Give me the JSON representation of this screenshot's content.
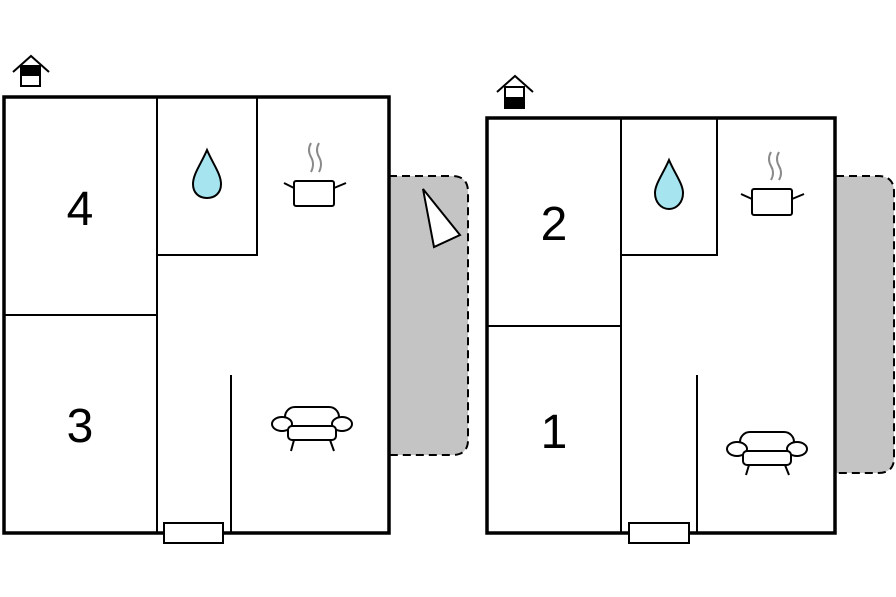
{
  "floors": [
    {
      "rooms": [
        {
          "number": "4"
        },
        {
          "number": "3"
        }
      ]
    },
    {
      "rooms": [
        {
          "number": "2"
        },
        {
          "number": "1"
        }
      ]
    }
  ],
  "icons": {
    "floor_marker": "house-floor-icon",
    "bathroom": "water-drop-icon",
    "kitchen": "cooking-pot-icon",
    "living": "sofa-icon",
    "orientation": "north-arrow-icon",
    "entrance": "door-mat-icon"
  },
  "colors": {
    "water": "#a6e4ef",
    "terrace": "#c4c4c4",
    "walls": "#000000"
  }
}
